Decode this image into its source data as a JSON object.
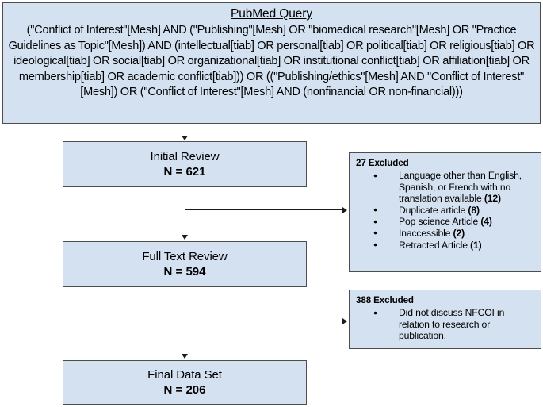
{
  "query_box": {
    "title": "PubMed Query",
    "text": "(\"Conflict of Interest\"[Mesh] AND (\"Publishing\"[Mesh] OR \"biomedical research\"[Mesh] OR \"Practice Guidelines as Topic\"[Mesh]) AND (intellectual[tiab] OR personal[tiab] OR political[tiab] OR religious[tiab] OR ideological[tiab] OR social[tiab] OR organizational[tiab] OR institutional conflict[tiab] OR affiliation[tiab] OR membership[tiab] OR academic conflict[tiab])) OR ((\"Publishing/ethics\"[Mesh] AND \"Conflict of Interest\"[Mesh]) OR (\"Conflict of Interest\"[Mesh] AND (nonfinancial OR non-financial)))"
  },
  "stages": [
    {
      "label": "Initial Review",
      "count": "N = 621"
    },
    {
      "label": "Full Text Review",
      "count": "N = 594"
    },
    {
      "label": "Final Data Set",
      "count": "N = 206"
    }
  ],
  "exclusions": [
    {
      "title": "27 Excluded",
      "items": [
        {
          "text": "Language other than English, Spanish, or French with no translation available",
          "count": "(12)"
        },
        {
          "text": "Duplicate article",
          "count": "(8)"
        },
        {
          "text": "Pop science Article",
          "count": "(4)"
        },
        {
          "text": "Inaccessible",
          "count": "(2)"
        },
        {
          "text": "Retracted Article",
          "count": "(1)"
        }
      ]
    },
    {
      "title": "388 Excluded",
      "items": [
        {
          "text": "Did not discuss NFCOI in relation to research or publication.",
          "count": ""
        }
      ]
    }
  ],
  "colors": {
    "box_fill": "#d4e1f0",
    "box_border": "#4d4d4d",
    "connector": "#1a1a1a",
    "background": "#ffffff"
  }
}
